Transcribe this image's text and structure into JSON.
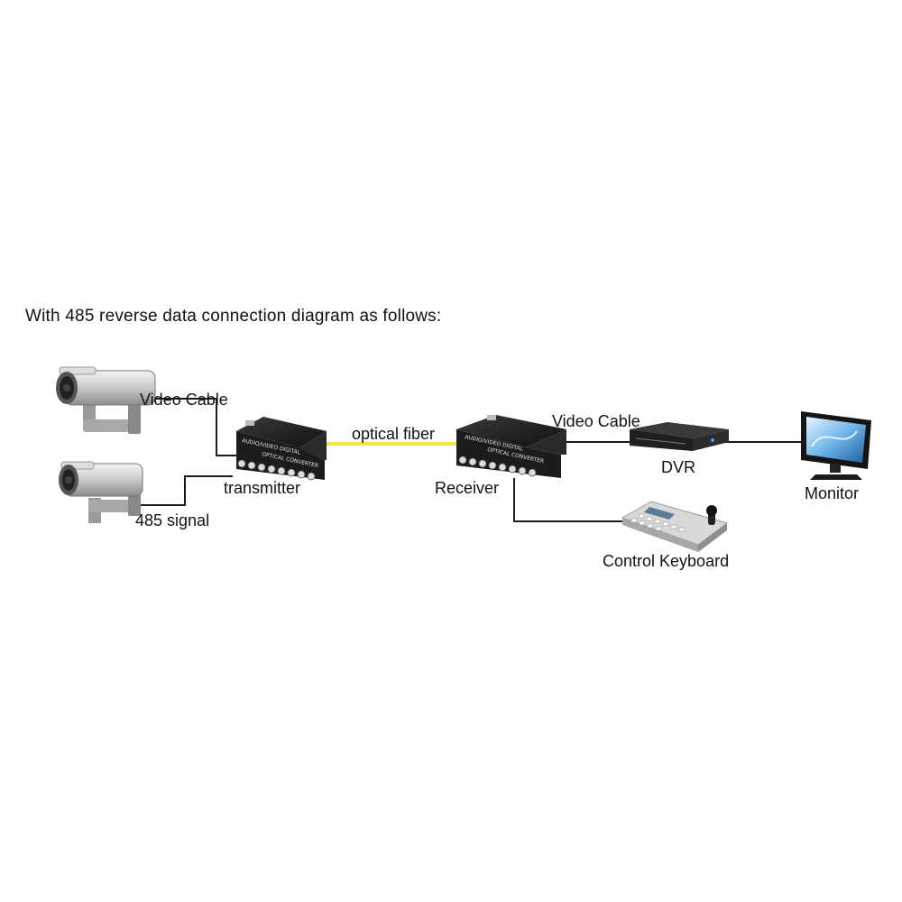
{
  "heading": "With 485 reverse data connection diagram as follows:",
  "labels": {
    "video_cable_left": "Video Cable",
    "signal_485": "485 signal",
    "transmitter": "transmitter",
    "optical_fiber": "optical fiber",
    "receiver": "Receiver",
    "video_cable_right": "Video Cable",
    "dvr": "DVR",
    "monitor": "Monitor",
    "control_keyboard": "Control Keyboard"
  },
  "device_text": {
    "tx_line1": "AUDIO/VIDEO DIGITAL",
    "tx_line2": "OPTICAL CONVERTER",
    "rx_line1": "AUDIO/VIDEO DIGITAL",
    "rx_line2": "OPTICAL CONVERTER"
  },
  "colors": {
    "fiber": "#f2e64a",
    "wire": "#1a1a1a",
    "device_dark": "#1c1c1c"
  },
  "icons": [
    "camera-icon",
    "transmitter-icon",
    "receiver-icon",
    "dvr-icon",
    "monitor-icon",
    "keyboard-icon"
  ]
}
